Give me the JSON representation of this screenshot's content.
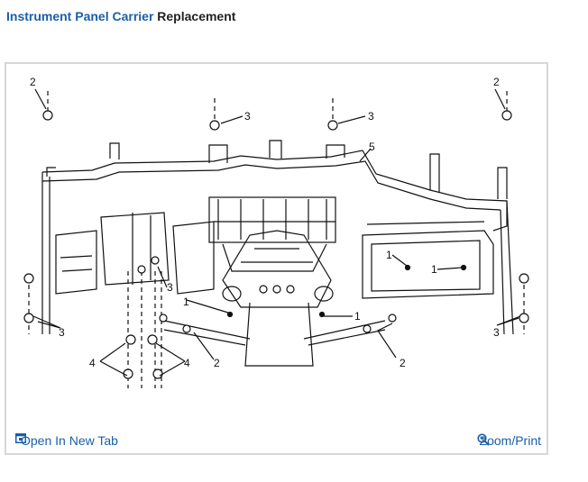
{
  "header": {
    "title_link": "Instrument Panel Carrier",
    "title_rest": "Replacement"
  },
  "footer": {
    "open_tab_label": "Open In New Tab",
    "zoom_label": "Zoom/Print",
    "link_color": "#1a5fa8"
  },
  "diagram": {
    "callouts": [
      "1",
      "2",
      "3",
      "4",
      "5"
    ]
  }
}
